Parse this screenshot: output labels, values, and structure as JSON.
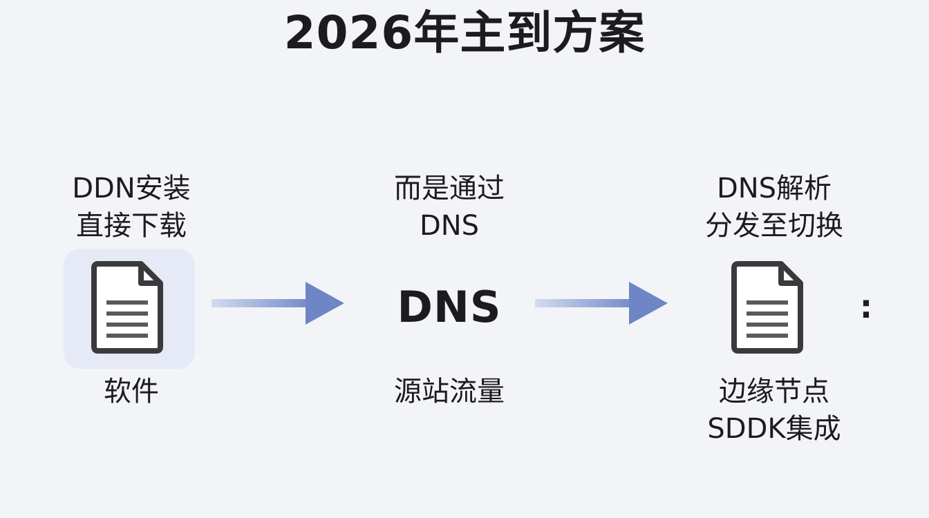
{
  "title": "2026年主到方案",
  "nodes": {
    "left": {
      "top_lines": [
        "DDN安装",
        "直接下载"
      ],
      "bottom_lines": [
        "软件"
      ],
      "icon": "document-icon"
    },
    "middle": {
      "top_lines": [
        "而是通过",
        "DNS"
      ],
      "center_label": "DNS",
      "bottom_lines": [
        "源站流量"
      ]
    },
    "right": {
      "top_lines": [
        "DNS解析",
        "分发至切换"
      ],
      "bottom_lines": [
        "边缘节点",
        "SDDK集成"
      ],
      "icon": "document-icon",
      "trailing": ":"
    }
  },
  "colors": {
    "background": "#f3f4f8",
    "text": "#1c1c1e",
    "card": "#e6eaf6",
    "arrow_start": "#c9d2ea",
    "arrow_end": "#6f86c6",
    "icon_stroke": "#3a3a3c"
  }
}
